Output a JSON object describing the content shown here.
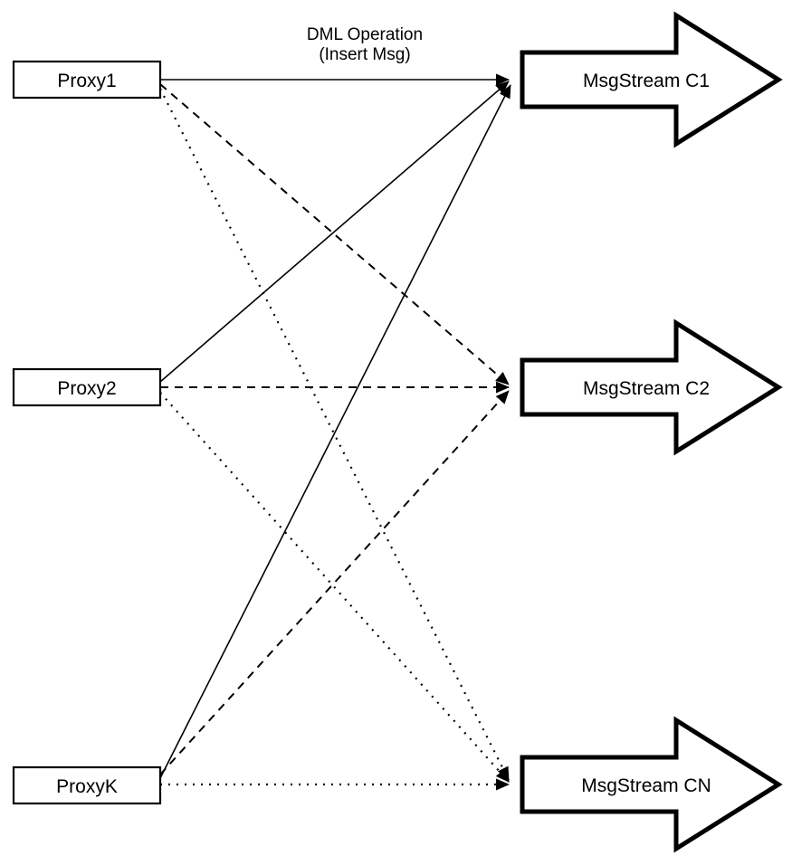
{
  "diagram": {
    "title_line1": "DML Operation",
    "title_line2": "(Insert Msg)",
    "background_color": "#ffffff",
    "line_color": "#000000",
    "proxies": [
      {
        "id": "proxy1",
        "label": "Proxy1"
      },
      {
        "id": "proxy2",
        "label": "Proxy2"
      },
      {
        "id": "proxyk",
        "label": "ProxyK"
      }
    ],
    "streams": [
      {
        "id": "c1",
        "label": "MsgStream C1",
        "incoming_edge_style": "solid"
      },
      {
        "id": "c2",
        "label": "MsgStream C2",
        "incoming_edge_style": "dashed"
      },
      {
        "id": "cn",
        "label": "MsgStream CN",
        "incoming_edge_style": "dotted"
      }
    ],
    "edges": [
      {
        "from": "Proxy1",
        "to": "MsgStream C1",
        "style": "solid"
      },
      {
        "from": "Proxy2",
        "to": "MsgStream C1",
        "style": "solid"
      },
      {
        "from": "ProxyK",
        "to": "MsgStream C1",
        "style": "solid"
      },
      {
        "from": "Proxy1",
        "to": "MsgStream C2",
        "style": "dashed"
      },
      {
        "from": "Proxy2",
        "to": "MsgStream C2",
        "style": "dashed"
      },
      {
        "from": "ProxyK",
        "to": "MsgStream C2",
        "style": "dashed"
      },
      {
        "from": "Proxy1",
        "to": "MsgStream CN",
        "style": "dotted"
      },
      {
        "from": "Proxy2",
        "to": "MsgStream CN",
        "style": "dotted"
      },
      {
        "from": "ProxyK",
        "to": "MsgStream CN",
        "style": "dotted"
      }
    ]
  }
}
